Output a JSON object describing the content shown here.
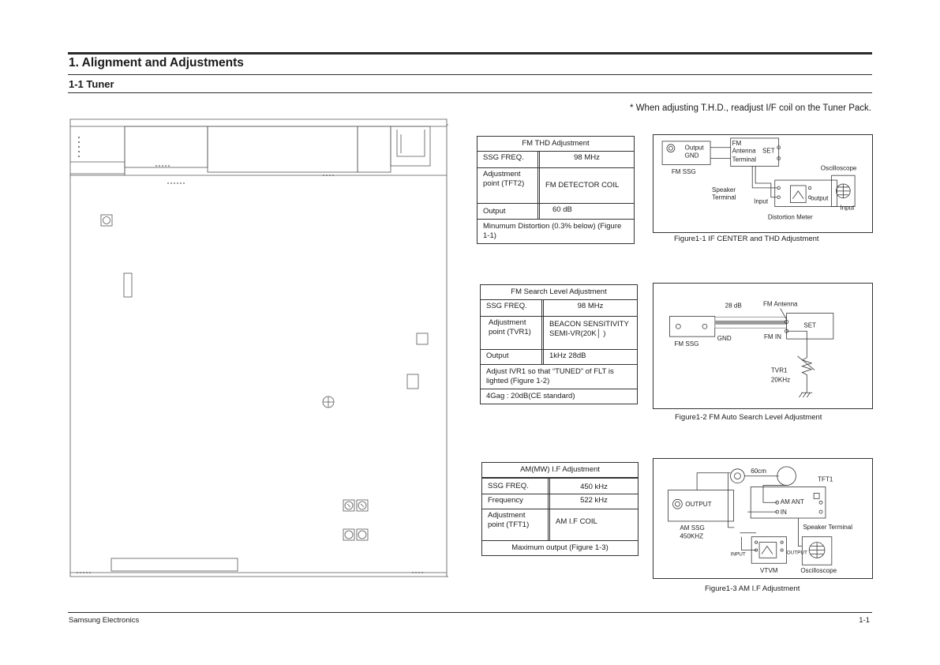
{
  "header": {
    "section_title": "1. Alignment and Adjustments",
    "subsection_title": "1-1 Tuner",
    "note": "* When adjusting T.H.D., readjust I/F coil on the Tuner Pack."
  },
  "footer": {
    "company": "Samsung Electronics",
    "page": "1-1"
  },
  "table_fm_thd": {
    "title": "FM THD Adjustment",
    "rows": [
      {
        "label": "SSG FREQ.",
        "value": "98 MHz"
      },
      {
        "label": "Adjustment point (TFT2)",
        "value": "FM DETECTOR COIL"
      },
      {
        "label": "Output",
        "value": "60 dB"
      }
    ],
    "footer": "Minumum Distortion (0.3% below) (Figure 1-1)"
  },
  "table_fm_search": {
    "title": "FM Search Level Adjustment",
    "rows": [
      {
        "label": "SSG FREQ.",
        "value": "98 MHz"
      },
      {
        "label": "Adjustment point (TVR1)",
        "value": "BEACON SENSITIVITY SEMI-VR(20K│ )"
      },
      {
        "label": "Output",
        "value": "1kHz  28dB"
      }
    ],
    "footer": "Adjust IVR1 so that “TUNED” of  FLT is lighted (Figure 1-2)",
    "footer2": "4Gag : 20dB(CE standard)"
  },
  "table_am_if": {
    "title": "AM(MW) I.F Adjustment",
    "rows": [
      {
        "label": "SSG FREQ.",
        "value": "450 kHz"
      },
      {
        "label": "Frequency",
        "value": "522 kHz"
      },
      {
        "label": "Adjustment point (TFT1)",
        "value": "AM I.F COIL"
      }
    ],
    "footer": "Maximum output (Figure 1-3)"
  },
  "figure1": {
    "caption": "Figure1-1  IF CENTER and THD Adjustment",
    "labels": {
      "output": "Output",
      "gnd": "GND",
      "fm_ssg": "FM SSG",
      "fm": "FM",
      "antenna": "Antenna",
      "terminal": "Terminal",
      "set": "SET",
      "oscilloscope": "Oscilloscope",
      "speaker": "Speaker",
      "speaker_terminal": "Terminal",
      "input": "Input",
      "output_small": "output",
      "input2": "Input",
      "distortion_meter": "Distortion Meter"
    }
  },
  "figure2": {
    "caption": "Figure1-2  FM Auto Search Level Adjustment",
    "labels": {
      "db": "28 dB",
      "fm_antenna": "FM Antenna",
      "set": "SET",
      "gnd": "GND",
      "fm_in": "FM IN",
      "fm_ssg": "FM SSG",
      "tvr1": "TVR1",
      "khz": "20KHz"
    }
  },
  "figure3": {
    "caption": "Figure1-3  AM I.F Adjustment",
    "labels": {
      "cm": "60cm",
      "tft1": "TFT1",
      "output": "OUTPUT",
      "am_ant": "AM ANT",
      "in": "IN",
      "am_ssg": "AM SSG",
      "am_freq": "450KHZ",
      "speaker_terminal": "Speaker Terminal",
      "input": "INPUT",
      "output_small": "OUTPUT",
      "vtvm": "VTVM",
      "oscilloscope": "Oscilloscope"
    }
  }
}
